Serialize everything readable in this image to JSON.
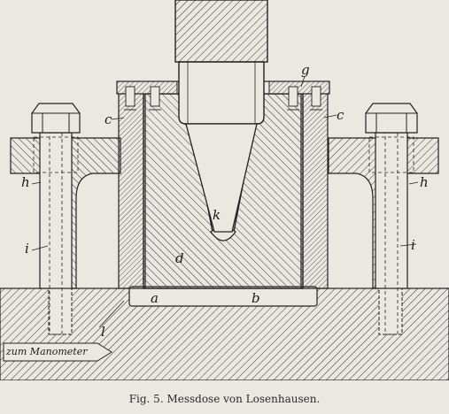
{
  "figure": {
    "caption": "Fig. 5.  Messdose von Losenhausen.",
    "labels": {
      "a": "a",
      "b": "b",
      "c_left": "c",
      "c_right": "c",
      "d": "d",
      "g": "g",
      "h_left": "h",
      "h_right": "h",
      "i_left": "i",
      "i_right": "i",
      "k": "k",
      "l": "l"
    },
    "manometer_tag": "zum Manometer"
  }
}
